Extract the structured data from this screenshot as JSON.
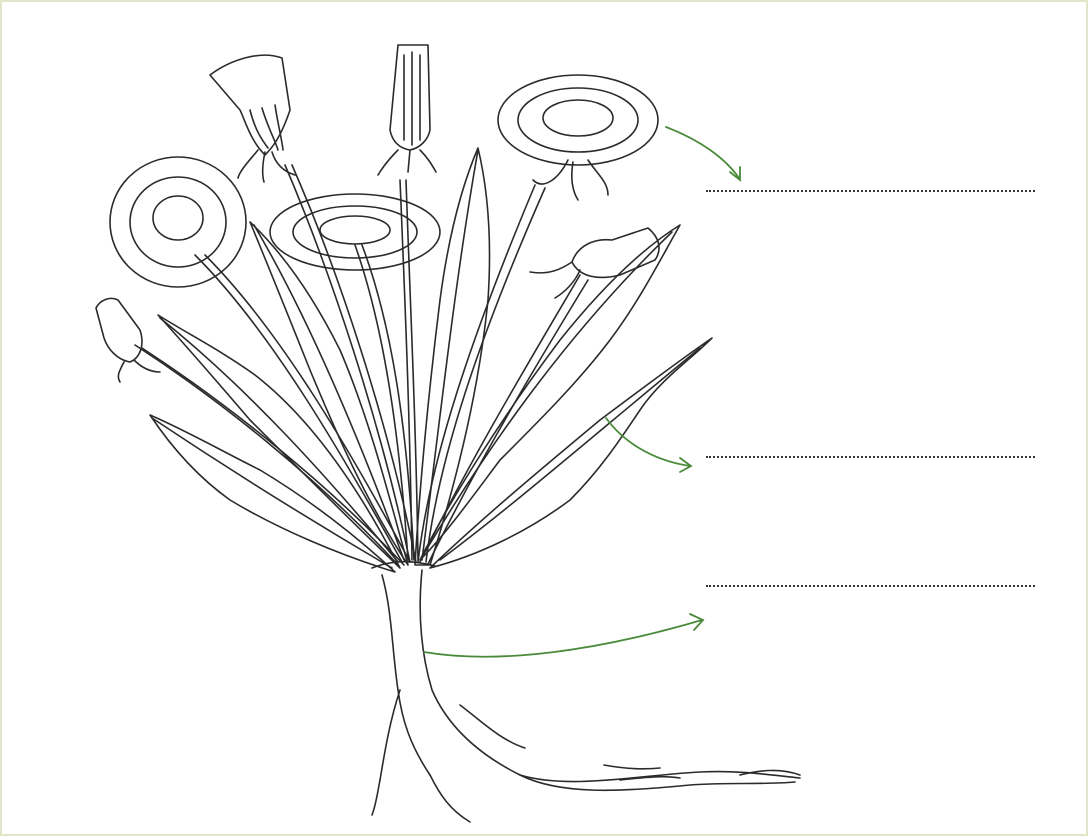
{
  "diagram": {
    "subject": "dandelion-plant",
    "arrow_color": "#4a8a3a",
    "line_color": "#2b2b2b",
    "frame_color": "#dfe6c9"
  },
  "labels": [
    {
      "id": "flower",
      "value": "",
      "placeholder": ""
    },
    {
      "id": "leaf",
      "value": "",
      "placeholder": ""
    },
    {
      "id": "root",
      "value": "",
      "placeholder": ""
    }
  ],
  "icons": {
    "arrow": "curved-arrow-icon"
  }
}
